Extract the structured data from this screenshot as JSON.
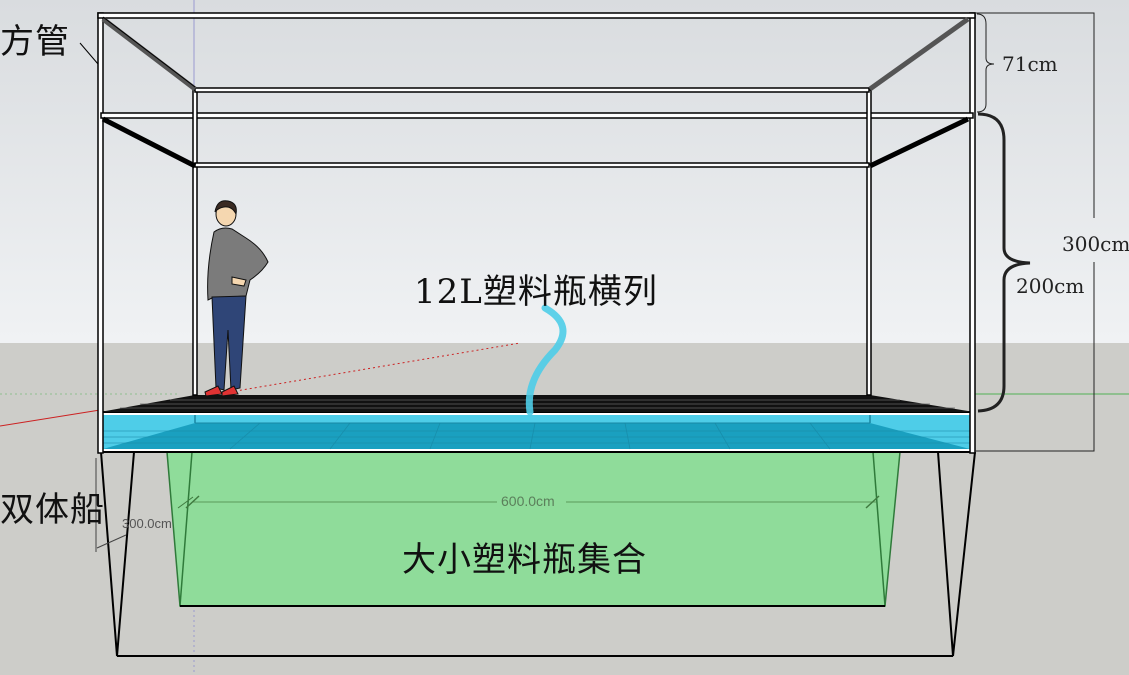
{
  "diagram": {
    "type": "3d-model-elevation",
    "colors": {
      "sky_top": "#d9dcdf",
      "sky_bottom": "#eff1f3",
      "ground": "#cdcdc9",
      "frame": "#000000",
      "bottle_layer": "#4ecde8",
      "bottle_layer_dark": "#1aa0c0",
      "float_body": "#8fdc9a",
      "pointer_curve": "#4ecde8",
      "axis_red": "#cc2222",
      "axis_green": "#8fbf8f",
      "axis_blue": "#9a9ad0"
    }
  },
  "labels": {
    "square_tube": "方管",
    "catamaran": "双体船",
    "bottles_row": "12L塑料瓶横列",
    "bottles_bundle": "大小塑料瓶集合"
  },
  "dimensions": {
    "top_section": "71cm",
    "middle_section": "200cm",
    "total_height": "300cm",
    "length": "600.0cm",
    "width": "300.0cm"
  },
  "figure": {
    "name": "human-scale-figure"
  }
}
